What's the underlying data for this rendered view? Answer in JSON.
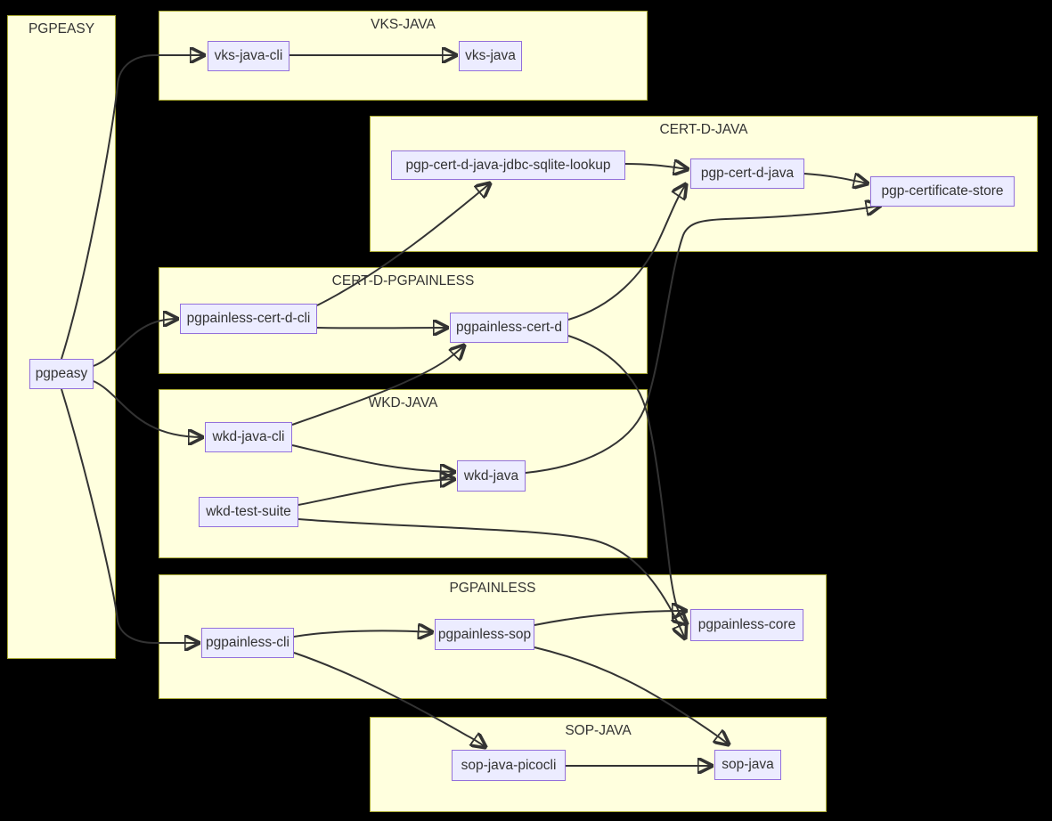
{
  "diagram_type": "dependency-graph",
  "colors": {
    "background": "#000000",
    "subgraph_fill": "#ffffde",
    "subgraph_border": "#aaaa33",
    "node_fill": "#ECECFF",
    "node_border": "#9370DB",
    "edge": "#333333",
    "text": "#333333"
  },
  "subgraphs": [
    {
      "title": "PGPEASY"
    },
    {
      "title": "VKS-JAVA"
    },
    {
      "title": "CERT-D-JAVA"
    },
    {
      "title": "CERT-D-PGPAINLESS"
    },
    {
      "title": "WKD-JAVA"
    },
    {
      "title": "PGPAINLESS"
    },
    {
      "title": "SOP-JAVA"
    }
  ],
  "nodes": [
    {
      "label": "pgpeasy"
    },
    {
      "label": "vks-java-cli"
    },
    {
      "label": "vks-java"
    },
    {
      "label": "pgp-cert-d-java-jdbc-sqlite-lookup"
    },
    {
      "label": "pgp-cert-d-java"
    },
    {
      "label": "pgp-certificate-store"
    },
    {
      "label": "pgpainless-cert-d-cli"
    },
    {
      "label": "pgpainless-cert-d"
    },
    {
      "label": "wkd-java-cli"
    },
    {
      "label": "wkd-java"
    },
    {
      "label": "wkd-test-suite"
    },
    {
      "label": "pgpainless-cli"
    },
    {
      "label": "pgpainless-sop"
    },
    {
      "label": "pgpainless-core"
    },
    {
      "label": "sop-java-picocli"
    },
    {
      "label": "sop-java"
    }
  ],
  "edges": [
    {
      "from": "pgpeasy",
      "to": "vks-java-cli"
    },
    {
      "from": "pgpeasy",
      "to": "pgpainless-cert-d-cli"
    },
    {
      "from": "pgpeasy",
      "to": "wkd-java-cli"
    },
    {
      "from": "pgpeasy",
      "to": "pgpainless-cli"
    },
    {
      "from": "vks-java-cli",
      "to": "vks-java"
    },
    {
      "from": "pgpainless-cert-d-cli",
      "to": "pgp-cert-d-java-jdbc-sqlite-lookup"
    },
    {
      "from": "pgpainless-cert-d-cli",
      "to": "pgpainless-cert-d"
    },
    {
      "from": "pgp-cert-d-java-jdbc-sqlite-lookup",
      "to": "pgp-cert-d-java"
    },
    {
      "from": "pgp-cert-d-java",
      "to": "pgp-certificate-store"
    },
    {
      "from": "pgpainless-cert-d",
      "to": "pgp-cert-d-java"
    },
    {
      "from": "pgpainless-cert-d",
      "to": "pgpainless-core"
    },
    {
      "from": "wkd-java-cli",
      "to": "pgpainless-cert-d"
    },
    {
      "from": "wkd-java-cli",
      "to": "wkd-java"
    },
    {
      "from": "wkd-test-suite",
      "to": "wkd-java"
    },
    {
      "from": "wkd-test-suite",
      "to": "pgpainless-core"
    },
    {
      "from": "wkd-java",
      "to": "pgp-certificate-store"
    },
    {
      "from": "pgpainless-cli",
      "to": "pgpainless-sop"
    },
    {
      "from": "pgpainless-cli",
      "to": "sop-java-picocli"
    },
    {
      "from": "pgpainless-sop",
      "to": "pgpainless-core"
    },
    {
      "from": "pgpainless-sop",
      "to": "sop-java"
    },
    {
      "from": "sop-java-picocli",
      "to": "sop-java"
    }
  ]
}
